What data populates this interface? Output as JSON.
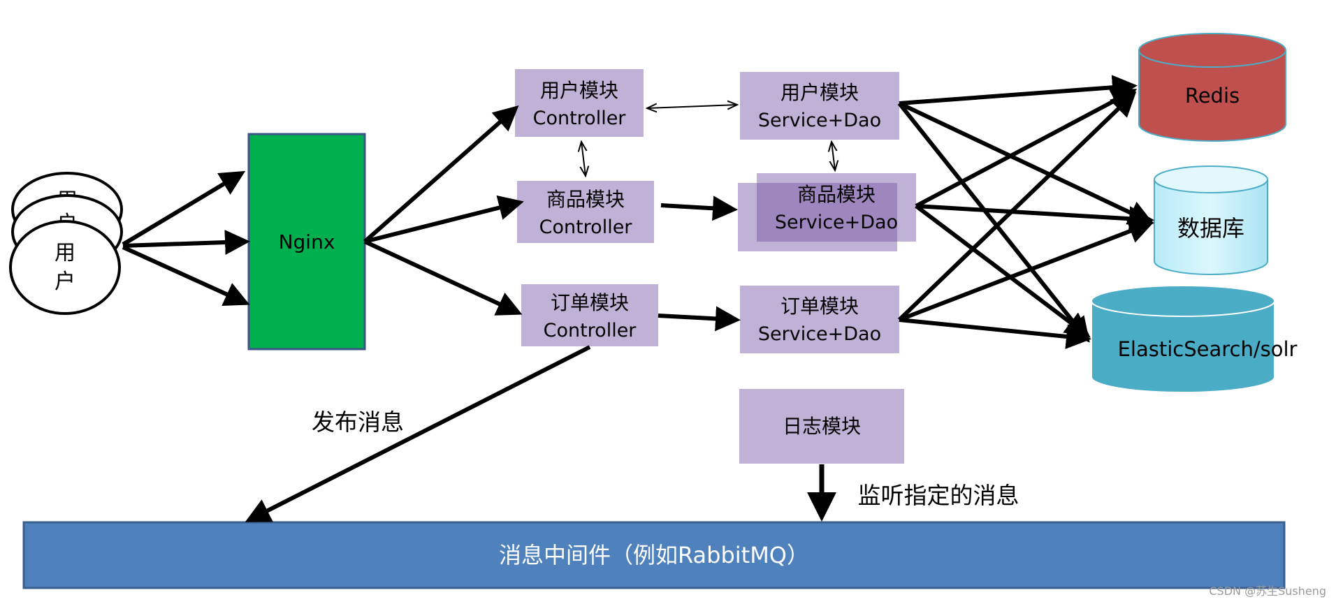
{
  "users": {
    "line1": "用",
    "line2": "户",
    "hidden_char_back": "用",
    "hidden_char_mid": "户"
  },
  "nginx": {
    "label": "Nginx"
  },
  "controllers": {
    "user": {
      "line1": "用户模块",
      "line2": "Controller"
    },
    "product": {
      "line1": "商品模块",
      "line2": "Controller"
    },
    "order": {
      "line1": "订单模块",
      "line2": "Controller"
    }
  },
  "services": {
    "user": {
      "line1": "用户模块",
      "line2": "Service+Dao"
    },
    "product": {
      "line1": "商品模块",
      "line2": "Service+Dao"
    },
    "order": {
      "line1": "订单模块",
      "line2": "Service+Dao"
    }
  },
  "log_module": {
    "label": "日志模块"
  },
  "stores": {
    "redis": {
      "label": "Redis"
    },
    "database": {
      "label": "数据库"
    },
    "search": {
      "label": "ElasticSearch/solr"
    }
  },
  "annotations": {
    "publish": "发布消息",
    "listen": "监听指定的消息"
  },
  "mq_bar": {
    "label": "消息中间件（例如RabbitMQ）"
  },
  "watermark": "CSDN @苏生Susheng",
  "colors": {
    "nginx_green": "#00b04f",
    "module_purple": "#bfb2d6",
    "product_service_overlay": "#9e86bf",
    "redis_red": "#c0504d",
    "database_cyan": "#bfeffb",
    "search_teal": "#4bacc6",
    "mq_blue": "#4f81bd"
  }
}
